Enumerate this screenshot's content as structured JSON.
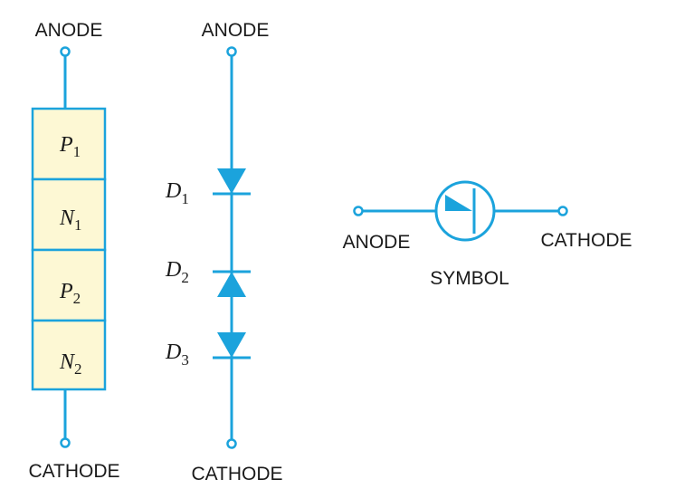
{
  "colors": {
    "wire": "#1ba3dc",
    "layer_fill": "#fdf8d4",
    "text": "#1a1a1a"
  },
  "layer_diagram": {
    "top_label": "ANODE",
    "bottom_label": "CATHODE",
    "layers": [
      {
        "letter": "P",
        "index": "1"
      },
      {
        "letter": "N",
        "index": "1"
      },
      {
        "letter": "P",
        "index": "2"
      },
      {
        "letter": "N",
        "index": "2"
      }
    ]
  },
  "diode_diagram": {
    "top_label": "ANODE",
    "bottom_label": "CATHODE",
    "diodes": [
      {
        "letter": "D",
        "index": "1",
        "direction": "down"
      },
      {
        "letter": "D",
        "index": "2",
        "direction": "up"
      },
      {
        "letter": "D",
        "index": "3",
        "direction": "down"
      }
    ]
  },
  "symbol_diagram": {
    "left_label": "ANODE",
    "right_label": "CATHODE",
    "caption": "SYMBOL"
  }
}
